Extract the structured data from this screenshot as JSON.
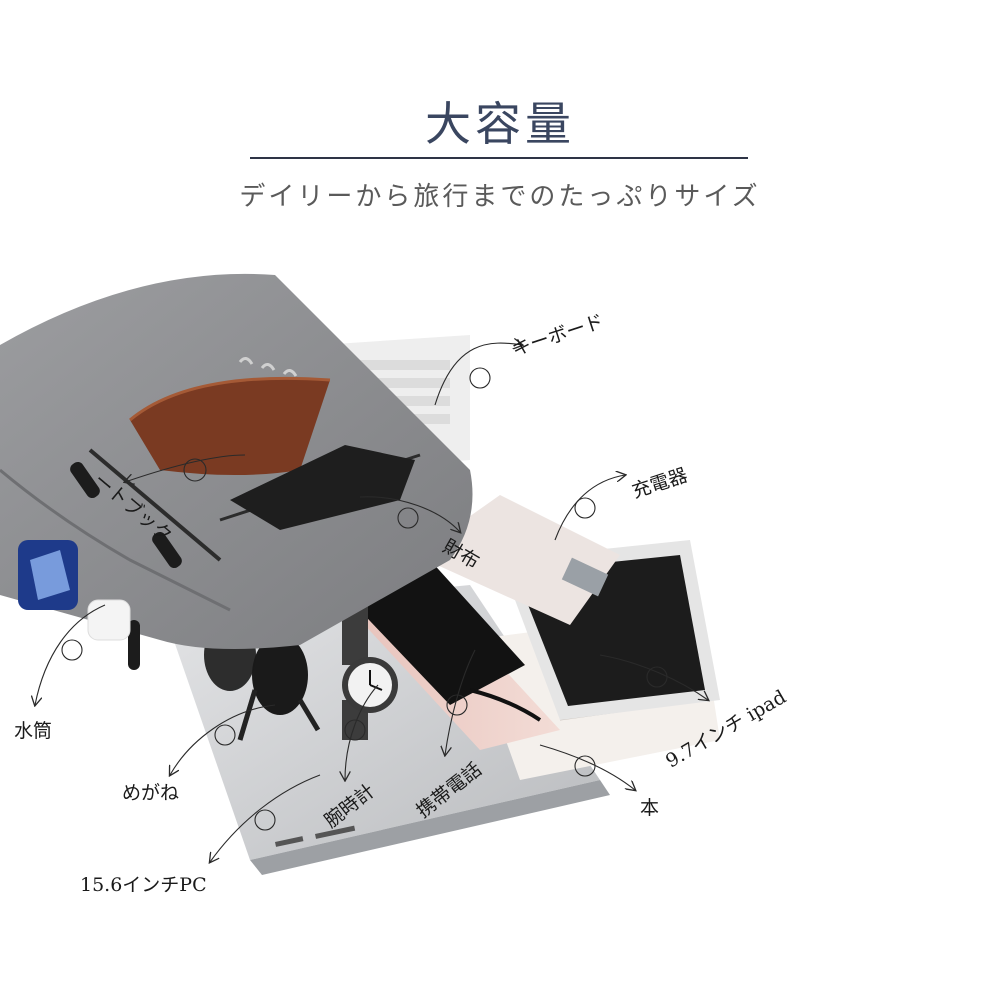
{
  "header": {
    "title": "大容量",
    "subtitle": "デイリーから旅行までのたっぷりサイズ"
  },
  "labels": {
    "keyboard": "キーボード",
    "notebook": "ートブック",
    "charger": "充電器",
    "wallet": "財布",
    "ipad": "9.7インチ ipad",
    "water_bottle": "水筒",
    "glasses": "めがね",
    "watch": "腕時計",
    "phone": "携帯電話",
    "book": "本",
    "laptop": "15.6インチPC"
  },
  "colors": {
    "title": "#3a4660",
    "bag": "#8e8f92",
    "notebook": "#7a3a22",
    "laptop": "#cfd1d4",
    "ink": "#2a2a2a"
  }
}
